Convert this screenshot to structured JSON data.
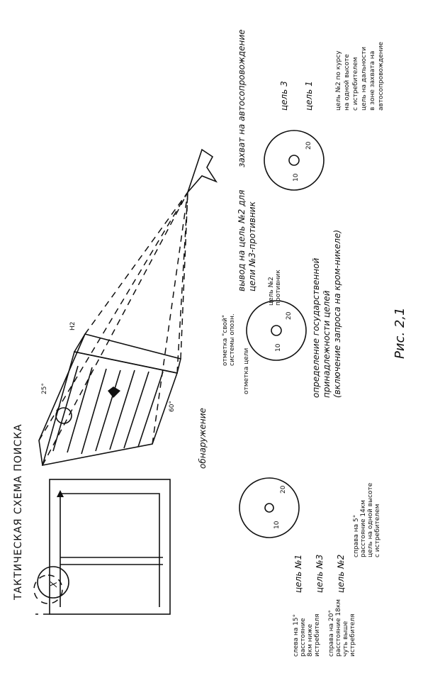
{
  "title": "ТАКТИЧЕСКАЯ СХЕМА ПОИСКА",
  "fan": {
    "angle_side": "25°",
    "angle_front": "60°",
    "range_mark": "H2"
  },
  "capture_label": "захват на автосопровождение",
  "stage_labels": {
    "detection": "обнаружение",
    "guidance": "вывод на цель №2 для",
    "guidance_2": "цели №3-противник",
    "identification_1": "определение государственной",
    "identification_2": "принадлежности целей",
    "identification_3": "(включение запроса на кром-никеле)"
  },
  "screen1": {
    "target1": "цель №1",
    "target3": "цель №3",
    "target2": "цель №2",
    "note1_1": "слева на 15°",
    "note1_2": "расстояние",
    "note1_3": "8км ниже",
    "note1_4": "истребителя",
    "note3_1": "справа на 20°",
    "note3_2": "расстояние 18км",
    "note3_3": "чуть выше",
    "note3_4": "истребителя",
    "note2_1": "справа на 5°",
    "note2_2": "расстояние 14км",
    "note2_3": "цель на одной высоте",
    "note2_4": "с истребителем",
    "scale_lo": "10",
    "scale_hi": "20"
  },
  "screen2": {
    "mark_own_1": "отметка \"свой\"",
    "mark_own_2": "системы опозн.",
    "mark_target": "отметка цели",
    "target2_1": "цель №2",
    "target2_2": "противник",
    "scale_lo": "10",
    "scale_hi": "20"
  },
  "screen3": {
    "target3": "цель 3",
    "target1": "цель 1",
    "note_1": "цель №2 по курсу",
    "note_2": "на одной высоте",
    "note_3": "с истребителем",
    "note_4": "цель на дальности",
    "note_5": "в зоне захвата на",
    "note_6": "автосопровождение",
    "scale_lo": "10",
    "scale_hi": "20"
  },
  "caption": "Рис. 2,1"
}
